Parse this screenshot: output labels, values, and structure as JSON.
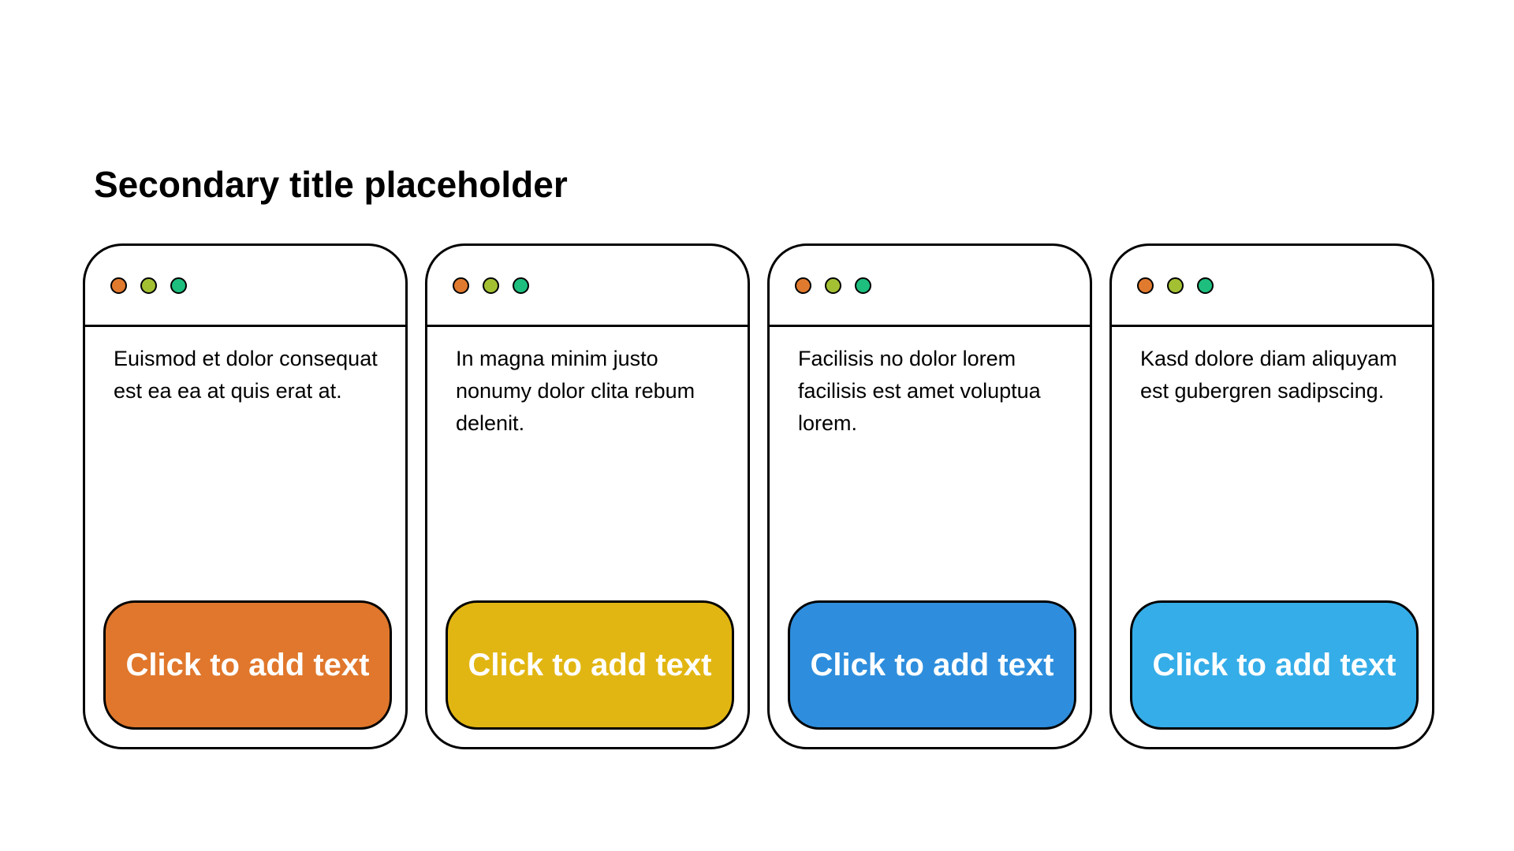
{
  "title": "Secondary title placeholder",
  "colors": {
    "dot_orange": "#E07A2E",
    "dot_lime": "#A3C033",
    "dot_green": "#1DBE7E"
  },
  "cards": [
    {
      "text": "Euismod et dolor consequat est ea ea at quis erat at.",
      "button_label": "Click to add text",
      "button_color": "#E0772C"
    },
    {
      "text": "In magna minim justo nonumy dolor clita rebum delenit.",
      "button_label": "Click to add text",
      "button_color": "#E2B612"
    },
    {
      "text": "Facilisis no dolor lorem facilisis est amet voluptua lorem.",
      "button_label": "Click to add text",
      "button_color": "#2E8EDD"
    },
    {
      "text": "Kasd dolore diam aliquyam est gubergren sadipscing.",
      "button_label": "Click to add text",
      "button_color": "#35ADE8"
    }
  ]
}
